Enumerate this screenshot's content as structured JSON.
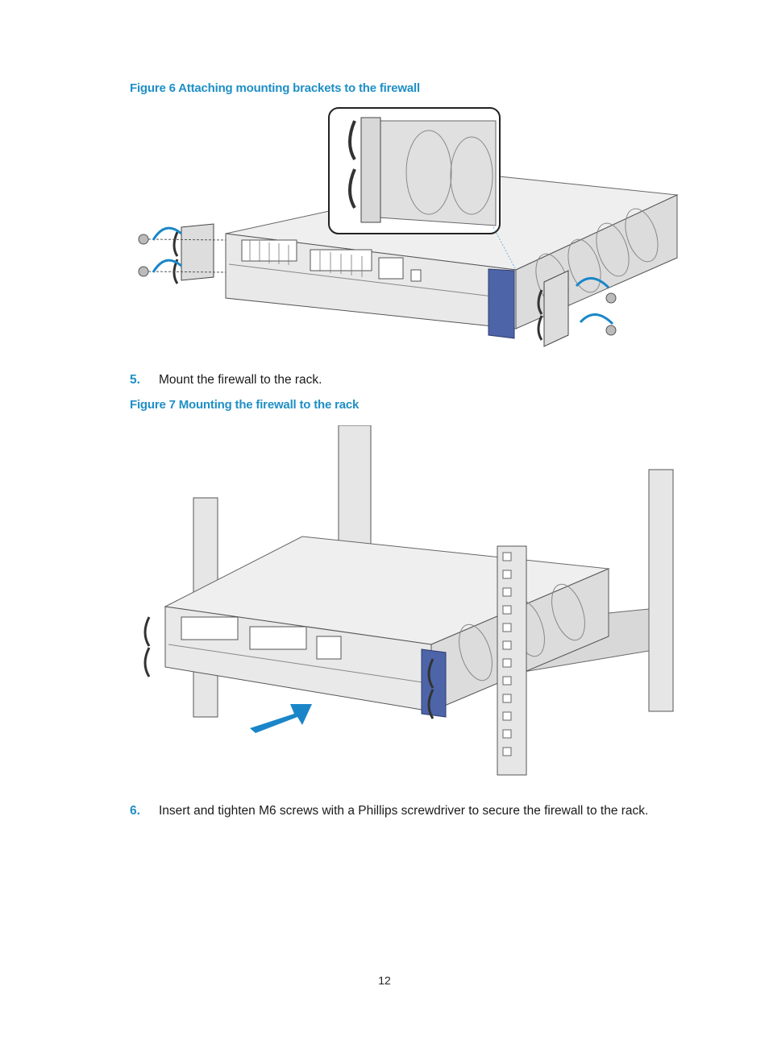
{
  "figure6": {
    "caption": "Figure 6 Attaching mounting brackets to the firewall"
  },
  "step5": {
    "number": "5.",
    "text": "Mount the firewall to the rack."
  },
  "figure7": {
    "caption": "Figure 7 Mounting the firewall to the rack"
  },
  "step6": {
    "number": "6.",
    "text": "Insert and tighten M6 screws with a Phillips screwdriver to secure the firewall to the rack."
  },
  "page": {
    "number": "12"
  },
  "colors": {
    "accent": "#1f8fc6",
    "arrow": "#1a86c8",
    "bezel": "#4d64a8"
  }
}
